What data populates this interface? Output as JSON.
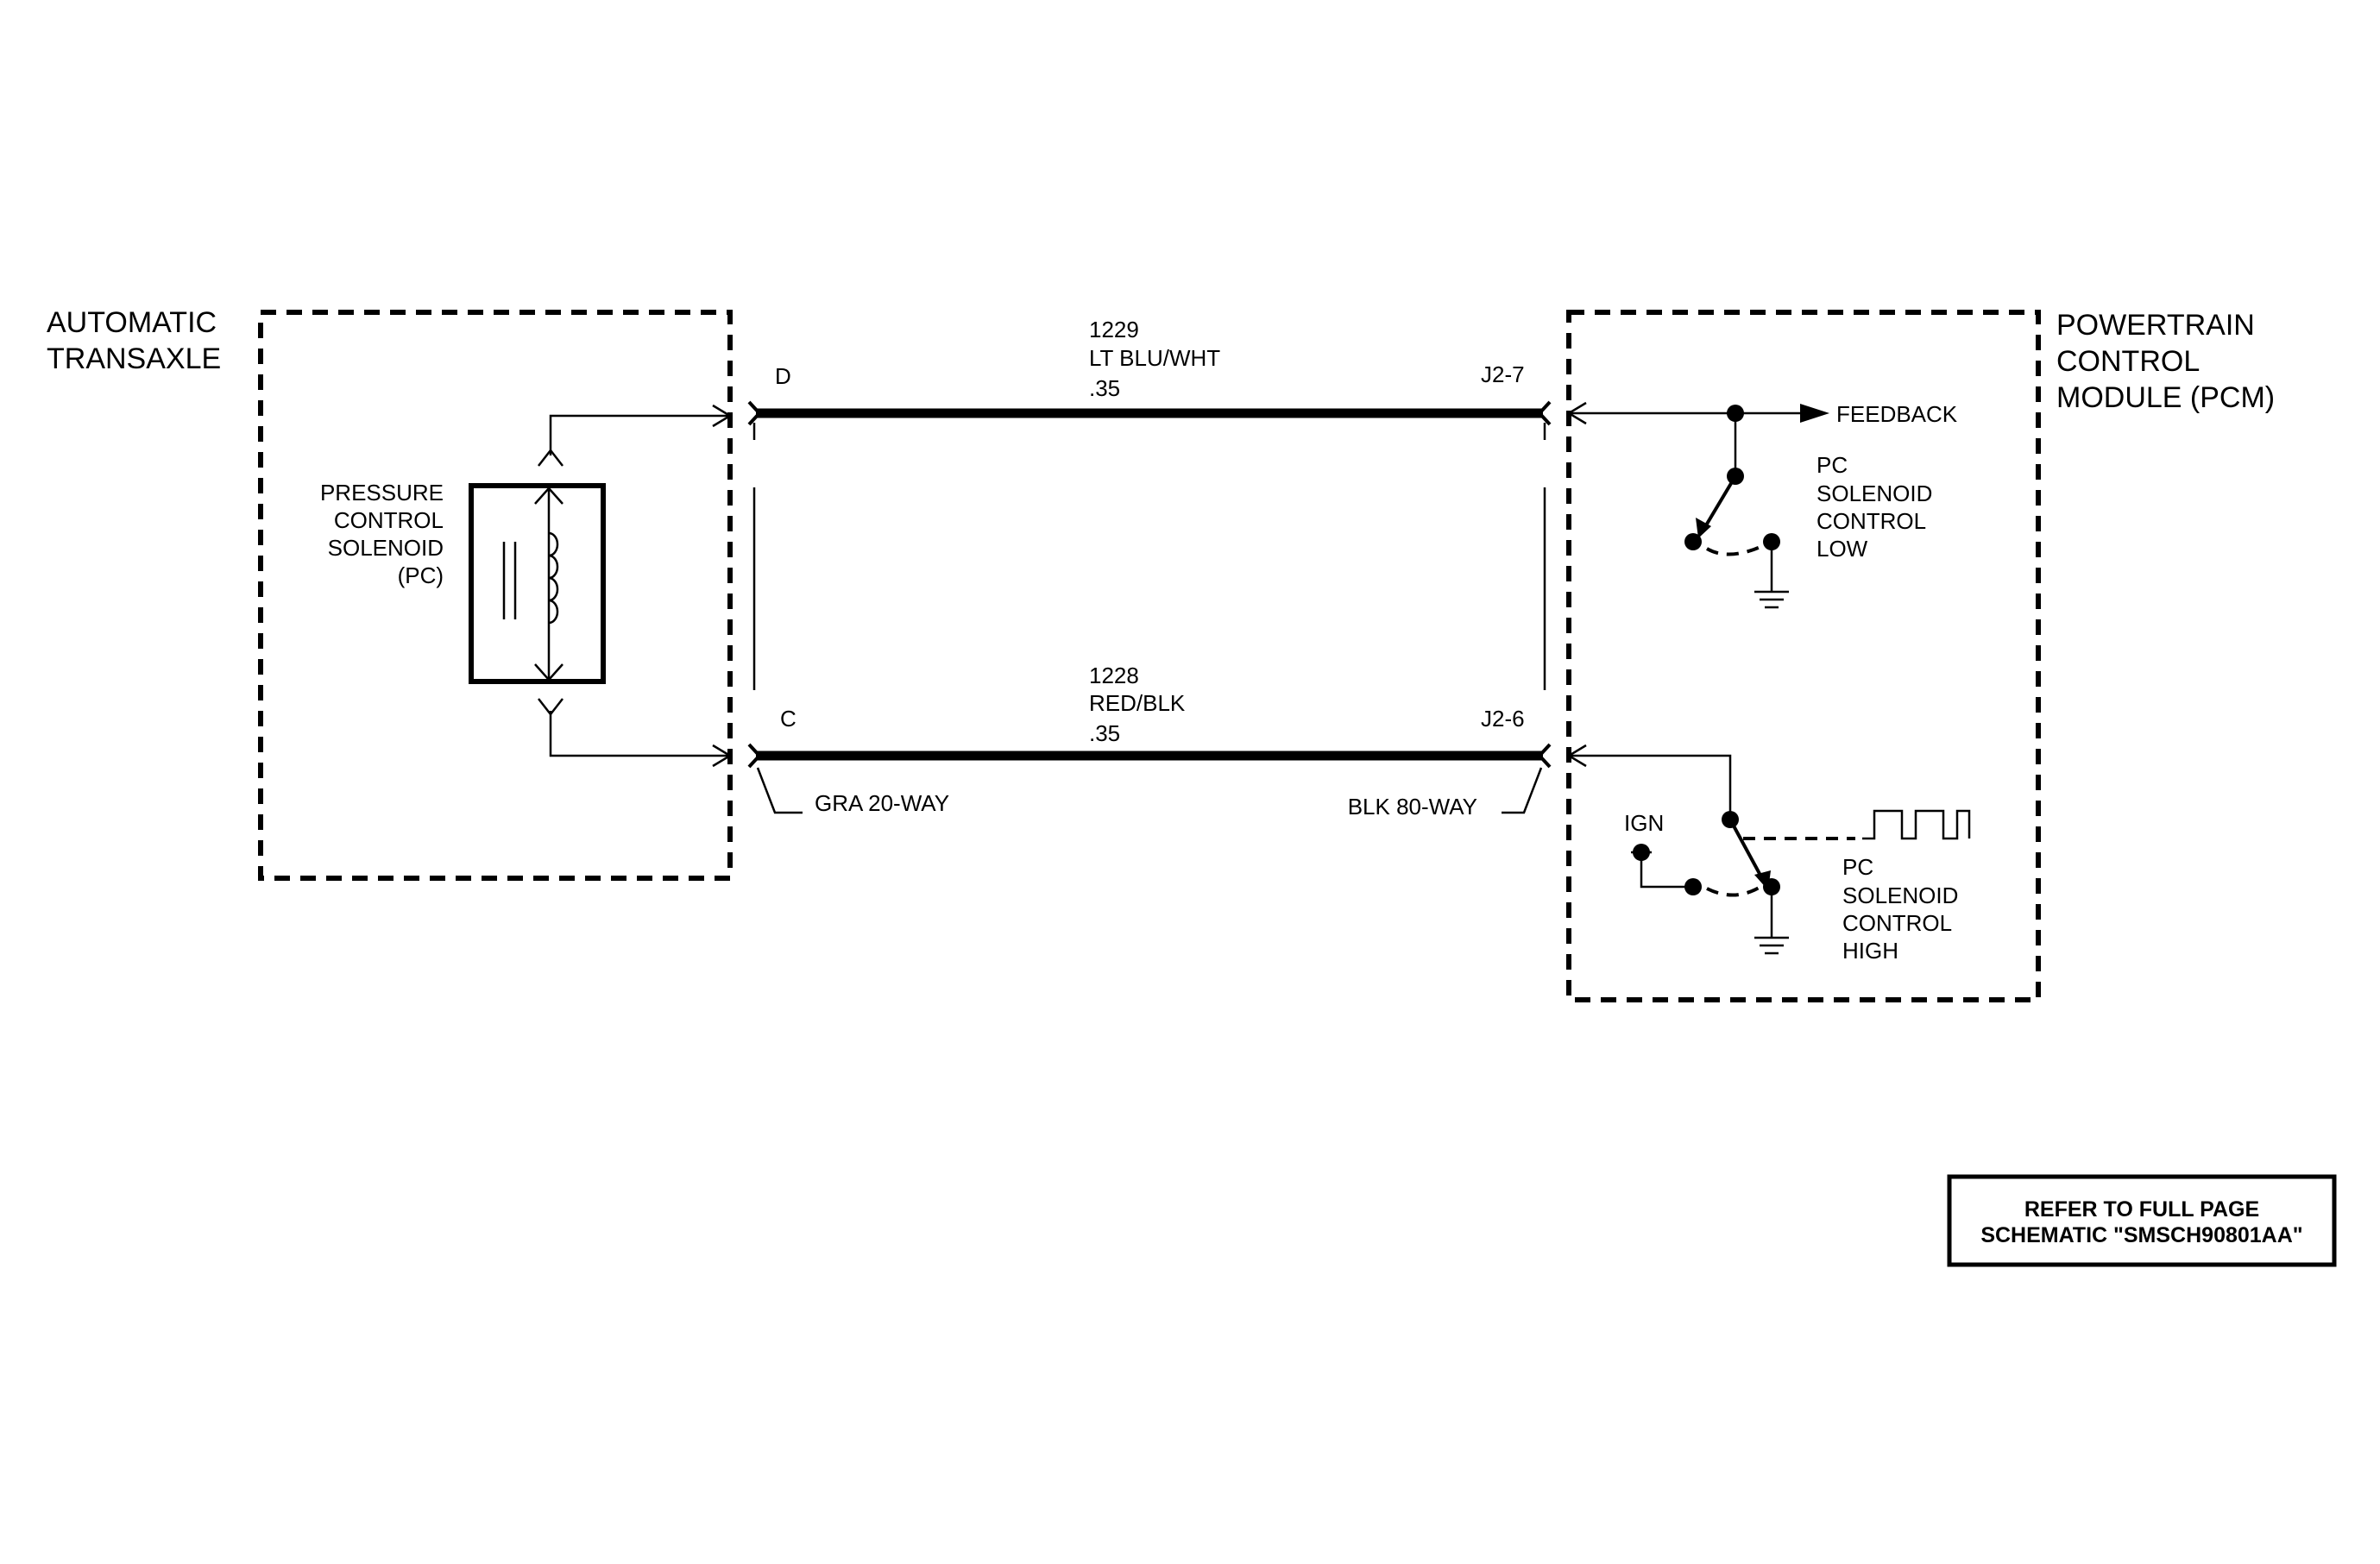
{
  "transaxle": {
    "title_line1": "AUTOMATIC",
    "title_line2": "TRANSAXLE",
    "solenoid_line1": "PRESSURE",
    "solenoid_line2": "CONTROL",
    "solenoid_line3": "SOLENOID",
    "solenoid_line4": "(PC)",
    "connector": "GRA 20-WAY"
  },
  "pcm": {
    "title_line1": "POWERTRAIN",
    "title_line2": "CONTROL",
    "title_line3": "MODULE (PCM)",
    "connector": "BLK 80-WAY",
    "feedback": "FEEDBACK",
    "low_line1": "PC",
    "low_line2": "SOLENOID",
    "low_line3": "CONTROL",
    "low_line4": "LOW",
    "ign": "IGN",
    "high_line1": "PC",
    "high_line2": "SOLENOID",
    "high_line3": "CONTROL",
    "high_line4": "HIGH"
  },
  "wires": [
    {
      "circuit": "1229",
      "color": "LT BLU/WHT",
      "gauge": ".35",
      "left_pin": "D",
      "right_pin": "J2-7"
    },
    {
      "circuit": "1228",
      "color": "RED/BLK",
      "gauge": ".35",
      "left_pin": "C",
      "right_pin": "J2-6"
    }
  ],
  "note": {
    "line1": "REFER TO FULL PAGE",
    "line2": "SCHEMATIC \"SMSCH90801AA\""
  }
}
